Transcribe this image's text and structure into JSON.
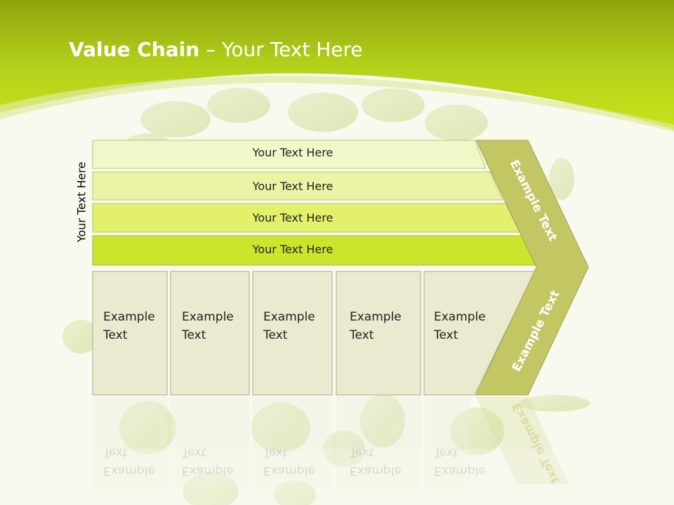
{
  "slide": {
    "title_bold": "Value Chain",
    "title_sep": " – ",
    "title_rest": "Your Text Here",
    "side_label": "Your Text Here",
    "rows": [
      {
        "label": "Your Text Here"
      },
      {
        "label": "Your Text Here"
      },
      {
        "label": "Your Text Here"
      },
      {
        "label": "Your Text Here"
      }
    ],
    "cards": [
      {
        "label": "Example\nText"
      },
      {
        "label": "Example\nText"
      },
      {
        "label": "Example\nText"
      },
      {
        "label": "Example\nText"
      },
      {
        "label": "Example\nText"
      }
    ],
    "chevron_top": "Example Text",
    "chevron_bottom": "Example Text",
    "colors": {
      "header_green": "#b6d31a",
      "row1": "#f1f7c9",
      "row2": "#eaf4a4",
      "row3": "#e2f06c",
      "row4": "#cde42c",
      "card": "#e9ead0",
      "chevron": "#c2c763"
    }
  }
}
